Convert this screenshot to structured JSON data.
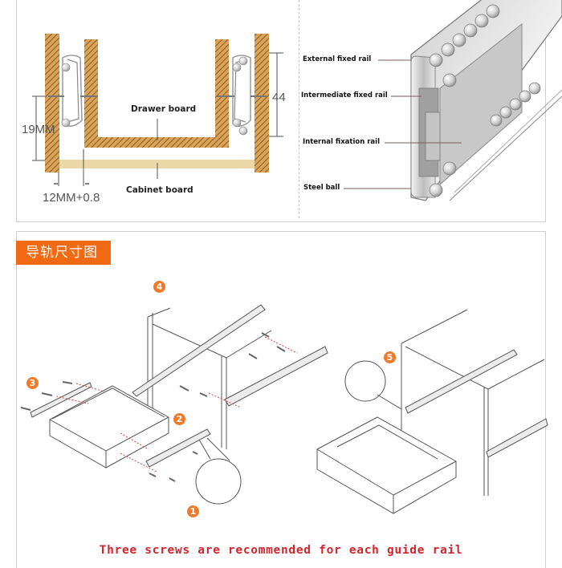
{
  "top_left_diagram": {
    "labels": {
      "drawer_board": "Drawer board",
      "cabinet_board": "Cabinet board"
    },
    "dimensions": {
      "height_left": "19MM",
      "height_right": "44",
      "gap_bottom": "12MM+0.8"
    },
    "colors": {
      "wood": "#c98f3a",
      "wood_hatch": "#8a5a1c",
      "cabinet_board": "#ecd7a6"
    }
  },
  "top_right_diagram": {
    "callouts": [
      {
        "label": "External fixed rail"
      },
      {
        "label": "Intermediate fixed rail"
      },
      {
        "label": "Internal fixation rail"
      },
      {
        "label": "Steel ball"
      }
    ]
  },
  "bottom_section": {
    "tag_label": "导轨尺寸图",
    "tag_color": "#f06a14",
    "steps": [
      {
        "number": "4"
      },
      {
        "number": "3"
      },
      {
        "number": "2"
      },
      {
        "number": "1"
      },
      {
        "number": "5"
      }
    ],
    "step_color": "#f07a2a"
  },
  "caption": {
    "text": "Three screws are recommended for each guide rail",
    "color": "#d3232b"
  }
}
